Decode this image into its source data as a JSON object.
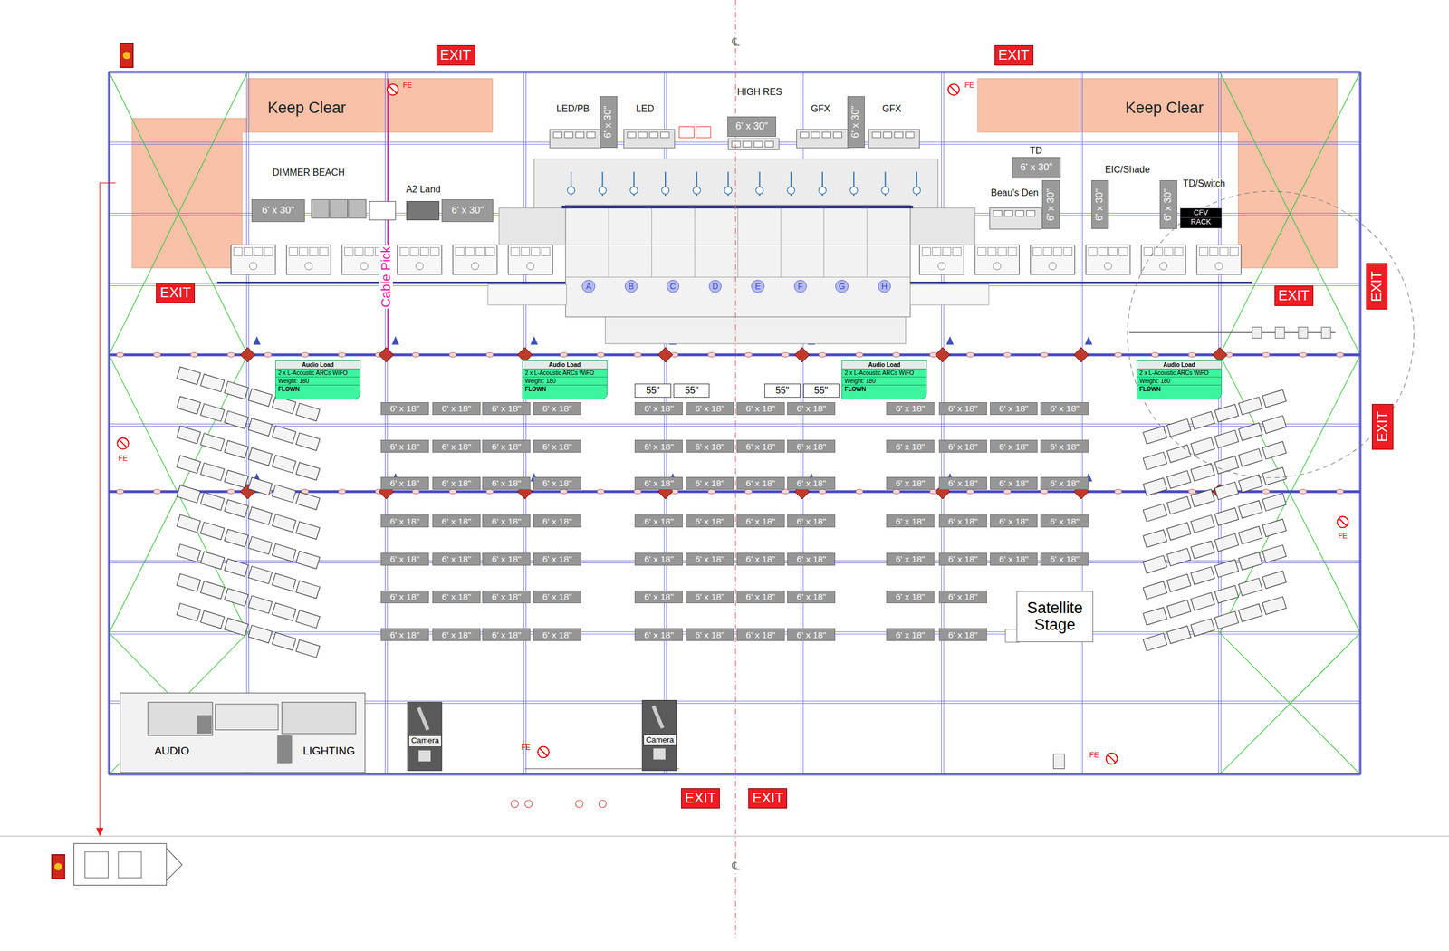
{
  "diagram": {
    "nodes": [
      {
        "text": [
          "EXIT"
        ]
      },
      {
        "text": [
          "EXIT"
        ]
      },
      {
        "text": [
          "Keep Clear"
        ]
      },
      {
        "text": [
          "Keep Clear"
        ]
      },
      {
        "text": [
          "6' x 30\""
        ]
      },
      {
        "text": [
          "6' x 30\""
        ]
      },
      {
        "text": [
          "6' x 30\""
        ]
      },
      {
        "text": [
          "6' x 30\""
        ]
      },
      {
        "text": [
          "6' x 30\""
        ]
      },
      {
        "text": [
          "6' x 30\""
        ]
      },
      {
        "text": [
          "6' x 30\""
        ]
      },
      {
        "text": [
          "6' x 30\""
        ]
      },
      {
        "text": [
          "6' x 30\""
        ]
      },
      {
        "text": [
          "CFV"
        ]
      },
      {
        "text": [
          "RACK"
        ]
      },
      {
        "text": [
          "EXIT"
        ]
      },
      {
        "text": [
          "EXIT"
        ]
      },
      {
        "text": [
          "EXIT"
        ]
      },
      {
        "text": [
          "A"
        ]
      },
      {
        "text": [
          "B"
        ]
      },
      {
        "text": [
          "C"
        ]
      },
      {
        "text": [
          "D"
        ]
      },
      {
        "text": [
          "E"
        ]
      },
      {
        "text": [
          "F"
        ]
      },
      {
        "text": [
          "G"
        ]
      },
      {
        "text": [
          "H"
        ]
      },
      {
        "text": [
          "Audio Load",
          "2 x L-Acoustic ARCs WiFO",
          "Weight: 180",
          "FLOWN"
        ]
      },
      {
        "text": [
          "Audio Load",
          "2 x L-Acoustic ARCs WiFO",
          "Weight: 180",
          "FLOWN"
        ]
      },
      {
        "text": [
          "Audio Load",
          "2 x L-Acoustic ARCs WiFO",
          "Weight: 180",
          "FLOWN"
        ]
      },
      {
        "text": [
          "Audio Load",
          "2 x L-Acoustic ARCs WiFO",
          "Weight: 180",
          "FLOWN"
        ]
      },
      {
        "text": [
          "55\""
        ]
      },
      {
        "text": [
          "55\""
        ]
      },
      {
        "text": [
          "55\""
        ]
      },
      {
        "text": [
          "55\""
        ]
      },
      {
        "text": [
          "EXIT"
        ]
      },
      {
        "text": [
          "6' x 18\""
        ]
      },
      {
        "text": [
          "6' x 18\""
        ]
      },
      {
        "text": [
          "6' x 18\""
        ]
      },
      {
        "text": [
          "6' x 18\""
        ]
      },
      {
        "text": [
          "6' x 18\""
        ]
      },
      {
        "text": [
          "6' x 18\""
        ]
      },
      {
        "text": [
          "6' x 18\""
        ]
      },
      {
        "text": [
          "6' x 18\""
        ]
      },
      {
        "text": [
          "6' x 18\""
        ]
      },
      {
        "text": [
          "6' x 18\""
        ]
      },
      {
        "text": [
          "6' x 18\""
        ]
      },
      {
        "text": [
          "6' x 18\""
        ]
      },
      {
        "text": [
          "6' x 18\""
        ]
      },
      {
        "text": [
          "6' x 18\""
        ]
      },
      {
        "text": [
          "6' x 18\""
        ]
      },
      {
        "text": [
          "6' x 18\""
        ]
      },
      {
        "text": [
          "6' x 18\""
        ]
      },
      {
        "text": [
          "6' x 18\""
        ]
      },
      {
        "text": [
          "6' x 18\""
        ]
      },
      {
        "text": [
          "6' x 18\""
        ]
      },
      {
        "text": [
          "6' x 18\""
        ]
      },
      {
        "text": [
          "6' x 18\""
        ]
      },
      {
        "text": [
          "6' x 18\""
        ]
      },
      {
        "text": [
          "6' x 18\""
        ]
      },
      {
        "text": [
          "6' x 18\""
        ]
      },
      {
        "text": [
          "6' x 18\""
        ]
      },
      {
        "text": [
          "6' x 18\""
        ]
      },
      {
        "text": [
          "6' x 18\""
        ]
      },
      {
        "text": [
          "6' x 18\""
        ]
      },
      {
        "text": [
          "6' x 18\""
        ]
      },
      {
        "text": [
          "6' x 18\""
        ]
      },
      {
        "text": [
          "6' x 18\""
        ]
      },
      {
        "text": [
          "6' x 18\""
        ]
      },
      {
        "text": [
          "6' x 18\""
        ]
      },
      {
        "text": [
          "6' x 18\""
        ]
      },
      {
        "text": [
          "6' x 18\""
        ]
      },
      {
        "text": [
          "6' x 18\""
        ]
      },
      {
        "text": [
          "6' x 18\""
        ]
      },
      {
        "text": [
          "6' x 18\""
        ]
      },
      {
        "text": [
          "6' x 18\""
        ]
      },
      {
        "text": [
          "6' x 18\""
        ]
      },
      {
        "text": [
          "6' x 18\""
        ]
      },
      {
        "text": [
          "6' x 18\""
        ]
      },
      {
        "text": [
          "6' x 18\""
        ]
      },
      {
        "text": [
          "6' x 18\""
        ]
      },
      {
        "text": [
          "6' x 18\""
        ]
      },
      {
        "text": [
          "6' x 18\""
        ]
      },
      {
        "text": [
          "6' x 18\""
        ]
      },
      {
        "text": [
          "6' x 18\""
        ]
      },
      {
        "text": [
          "6' x 18\""
        ]
      },
      {
        "text": [
          "6' x 18\""
        ]
      },
      {
        "text": [
          "6' x 18\""
        ]
      },
      {
        "text": [
          "6' x 18\""
        ]
      },
      {
        "text": [
          "6' x 18\""
        ]
      },
      {
        "text": [
          "6' x 18\""
        ]
      },
      {
        "text": [
          "6' x 18\""
        ]
      },
      {
        "text": [
          "6' x 18\""
        ]
      },
      {
        "text": [
          "6' x 18\""
        ]
      },
      {
        "text": [
          "6' x 18\""
        ]
      },
      {
        "text": [
          "6' x 18\""
        ]
      },
      {
        "text": [
          "6' x 18\""
        ]
      },
      {
        "text": [
          "6' x 18\""
        ]
      },
      {
        "text": [
          "6' x 18\""
        ]
      },
      {
        "text": [
          "6' x 18\""
        ]
      },
      {
        "text": [
          "6' x 18\""
        ]
      },
      {
        "text": [
          "6' x 18\""
        ]
      },
      {
        "text": [
          "6' x 18\""
        ]
      },
      {
        "text": [
          "6' x 18\""
        ]
      },
      {
        "text": [
          "6' x 18\""
        ]
      },
      {
        "text": [
          "6' x 18\""
        ]
      },
      {
        "text": [
          "6' x 18\""
        ]
      },
      {
        "text": [
          "6' x 18\""
        ]
      },
      {
        "text": [
          "6' x 18\""
        ]
      },
      {
        "text": [
          "6' x 18\""
        ]
      },
      {
        "text": [
          "6' x 18\""
        ]
      },
      {
        "text": [
          "6' x 18\""
        ]
      },
      {
        "text": [
          "6' x 18\""
        ]
      },
      {
        "text": [
          "6' x 18\""
        ]
      },
      {
        "text": [
          "6' x 18\""
        ]
      },
      {
        "text": [
          "6' x 18\""
        ]
      },
      {
        "text": [
          "Satellite Stage"
        ]
      },
      {
        "text": [
          "AUDIO"
        ]
      },
      {
        "text": [
          "LIGHTING"
        ]
      },
      {
        "text": [
          "Camera"
        ]
      },
      {
        "text": [
          "Camera"
        ]
      },
      {
        "text": [
          "EXIT"
        ]
      },
      {
        "text": [
          "EXIT"
        ]
      }
    ],
    "labels": [
      "DIMMER BEACH",
      "A2 Land",
      "LED/PB",
      "LED",
      "HIGH RES",
      "GFX",
      "GFX",
      "TD",
      "Beau's Den",
      "EIC/Shade",
      "TD/Switch",
      "Cable Pick",
      "FE",
      "FE",
      "FE",
      "FE",
      "FE",
      "FE",
      "℄",
      "℄"
    ]
  }
}
